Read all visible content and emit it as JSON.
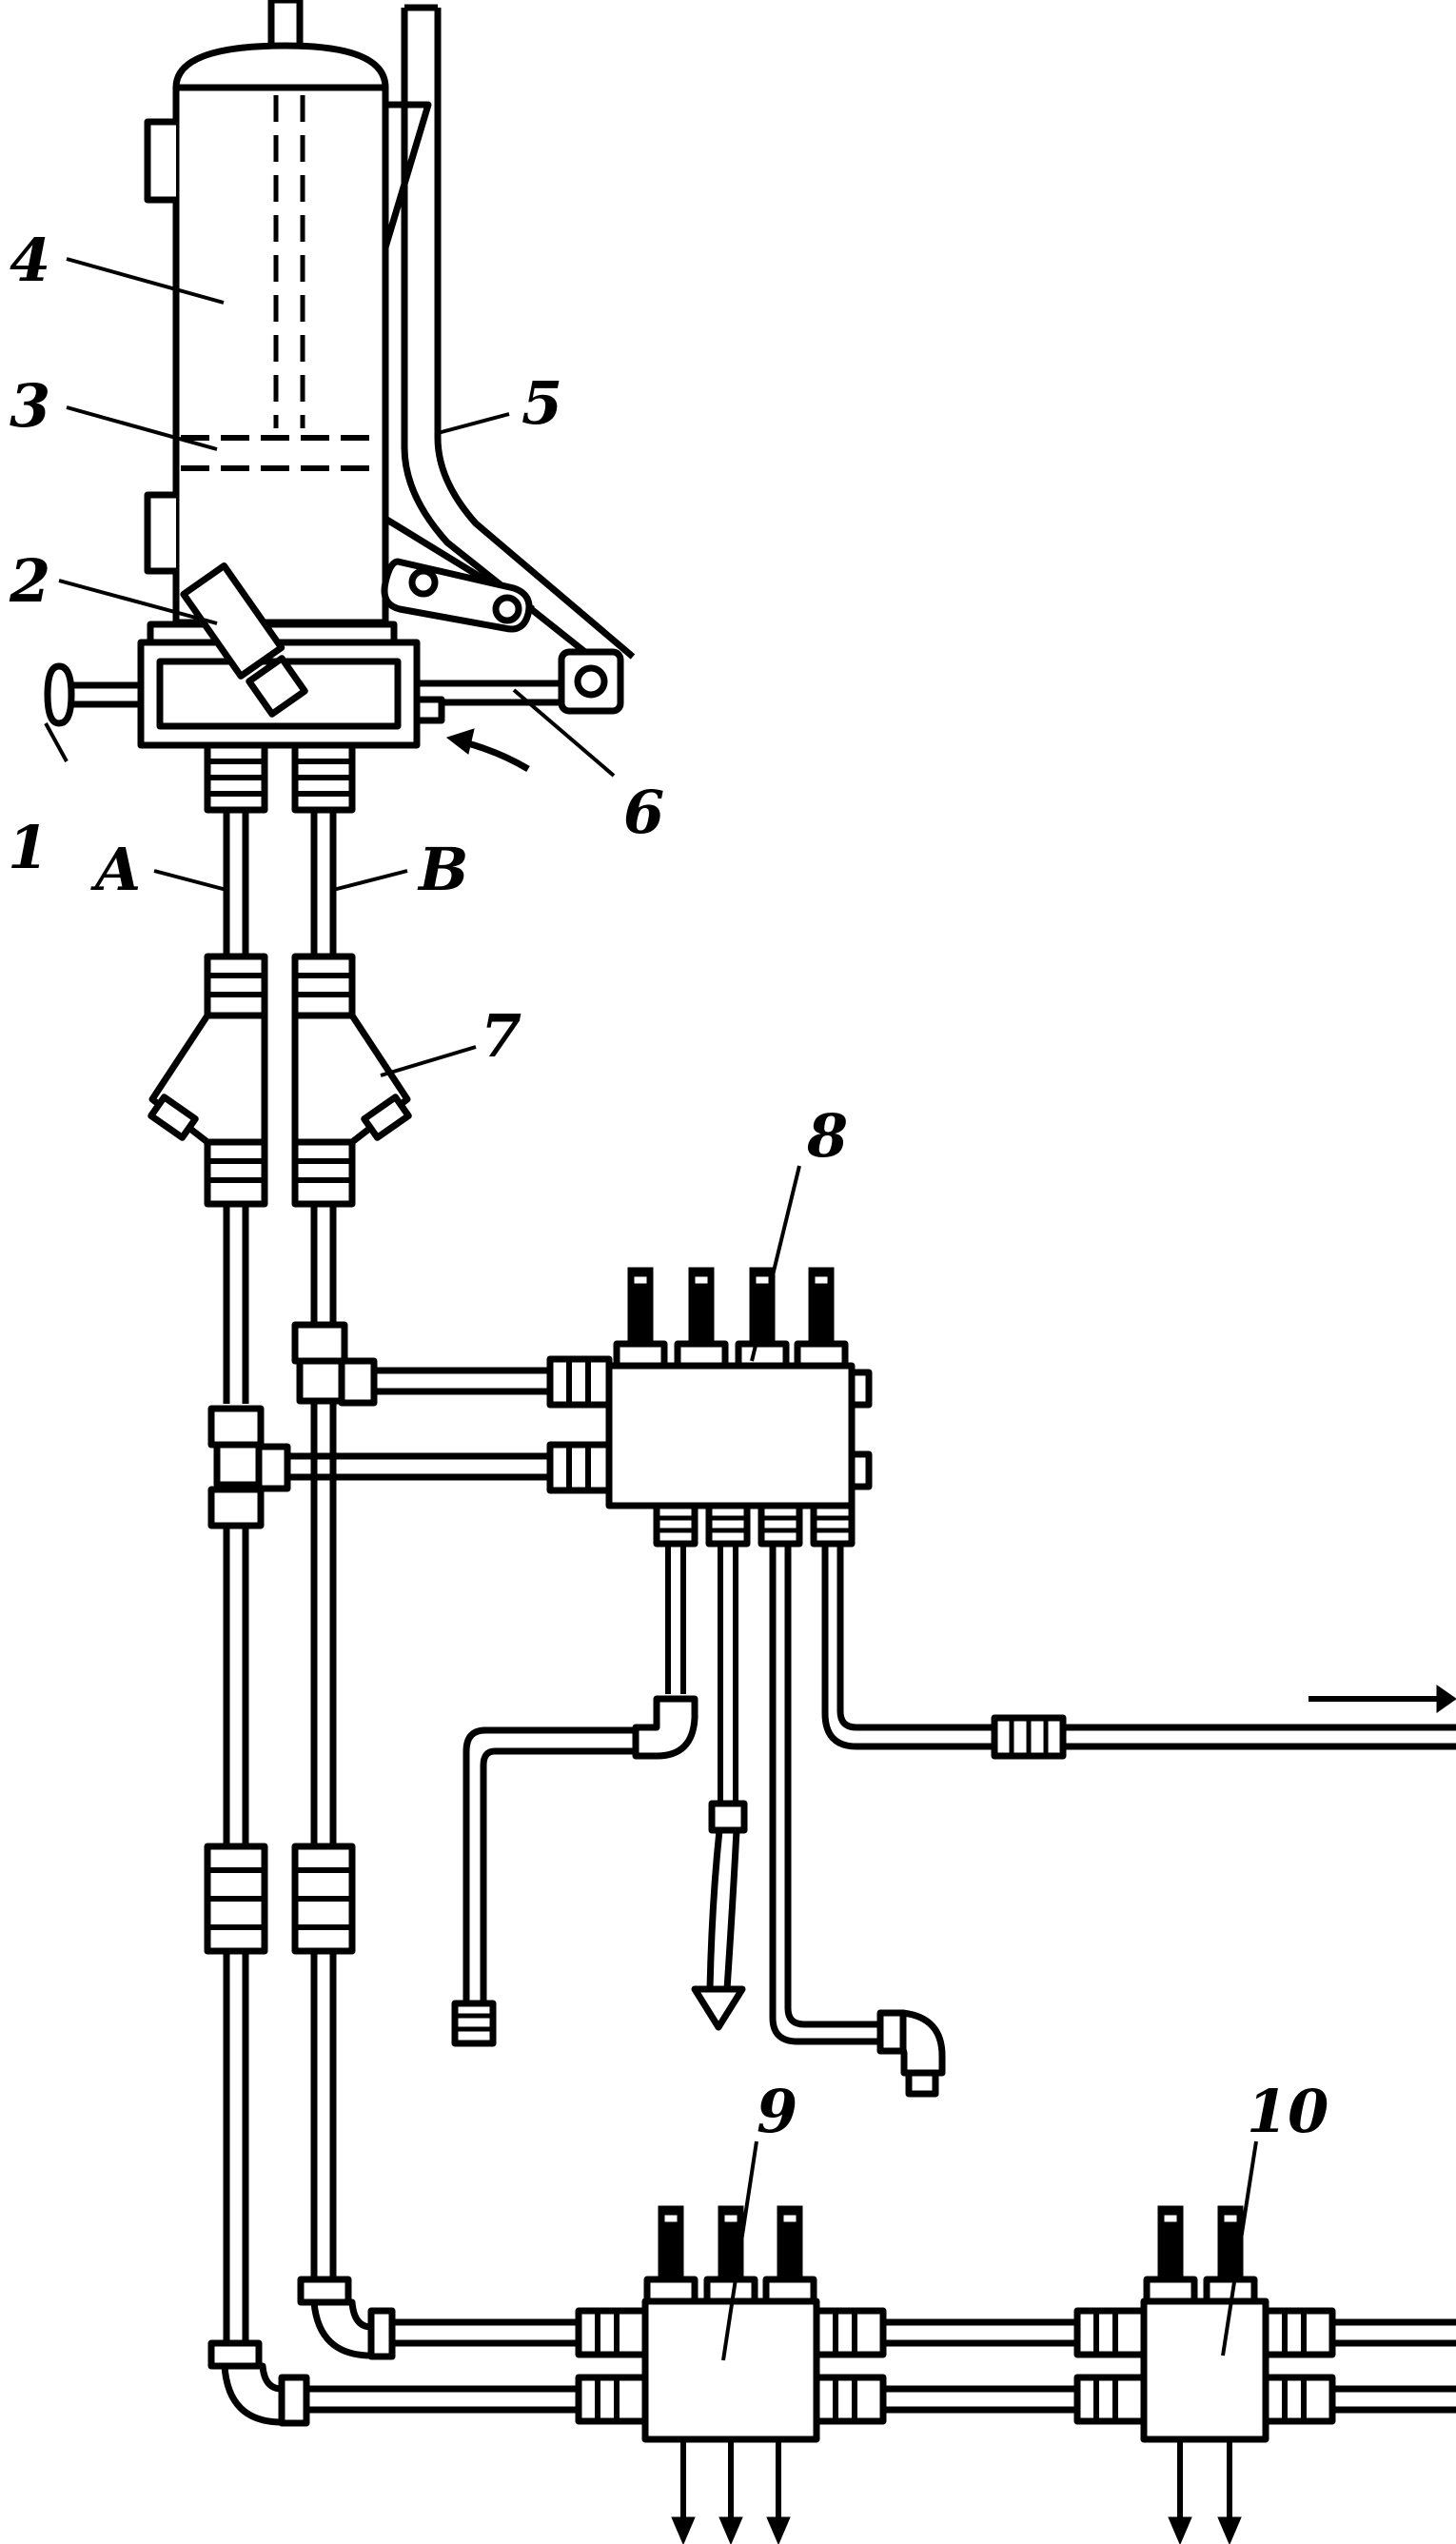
{
  "labels": {
    "l1": "1",
    "l2": "2",
    "l3": "3",
    "l4": "4",
    "l5": "5",
    "l6": "6",
    "l7": "7",
    "l8": "8",
    "l9": "9",
    "l10": "10",
    "lA": "A",
    "lB": "B"
  }
}
